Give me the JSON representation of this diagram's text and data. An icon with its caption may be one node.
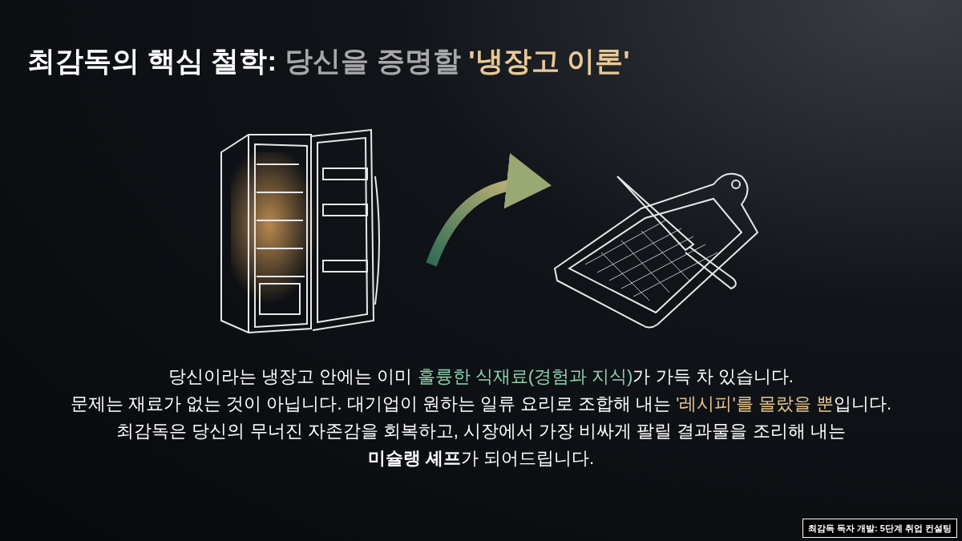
{
  "diagram": {
    "title": "최감독의 핵심 철학: **당신을 증명할** **'냉장고 이론'**",
    "nodes": [
      {
        "text": [],
        "shape": "picture"
      },
      {
        "text": [],
        "shape": "picture"
      }
    ],
    "edges": [
      {
        "from": 0,
        "to": 1,
        "arrow": "to",
        "style": "thick"
      }
    ],
    "labels": [
      "당신이라는 냉장고 안에는 이미 **훌륭한 식재료(경험과 지식)**가 가득 차 있습니다.",
      "문제는 재료가 없는 것이 아닙니다. 대기업이 원하는 일류 요리로 조합해 내는 **'레시피'를 몰랐을 뿐**입니다.",
      "최감독은 당신의 무너진 자존감을 회복하고, 시장에서 가장 비싸게 팔릴 결과물을 조리해 내는",
      "**미슐랭 셰프**가 되어드립니다.",
      "최감독 독자 개발: 5단계 취업 컨설팅"
    ]
  }
}
